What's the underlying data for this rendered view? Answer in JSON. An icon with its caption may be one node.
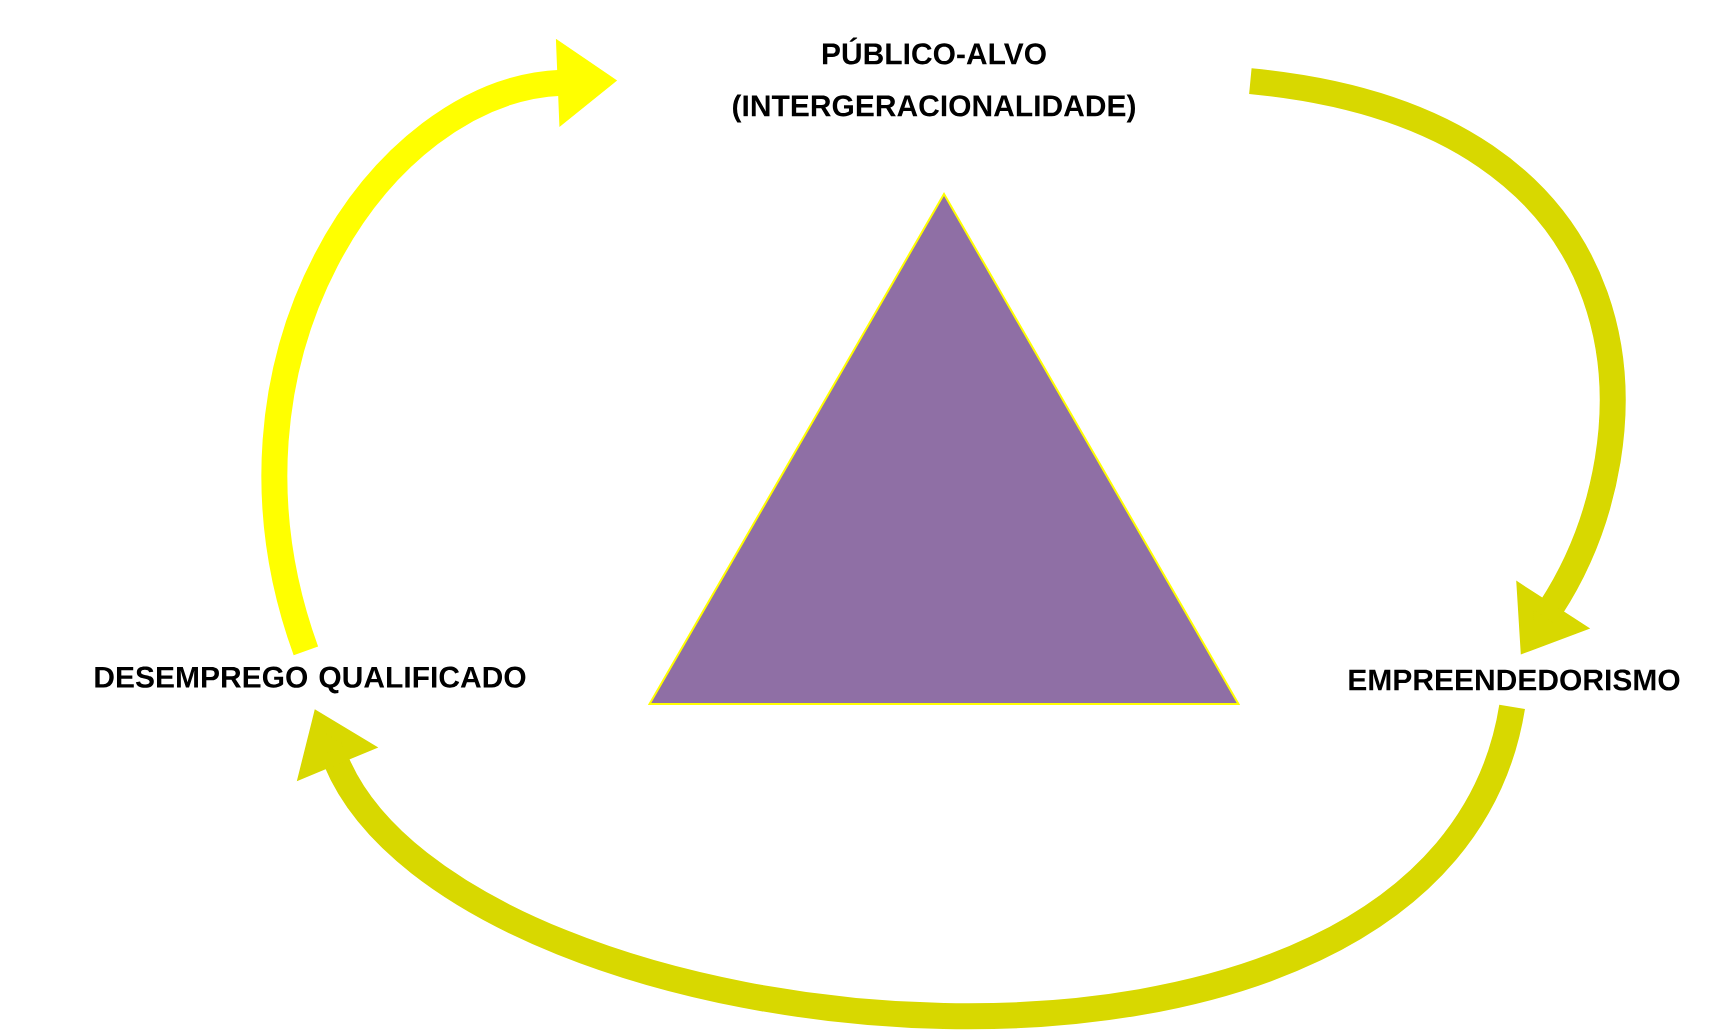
{
  "diagram": {
    "nodes": [
      {
        "text": [
          "PÚBLICO-ALVO (INTERGERACIONALIDADE)"
        ]
      },
      {
        "text": [
          "EMPREENDEDORISMO"
        ]
      },
      {
        "text": [
          "DESEMPREGO QUALIFICADO"
        ]
      },
      {
        "text": [],
        "shape": "triangle"
      }
    ],
    "edges": [
      {
        "from": 2,
        "to": 0,
        "arrow": "to"
      },
      {
        "from": 0,
        "to": 1,
        "arrow": "to"
      },
      {
        "from": 1,
        "to": 2,
        "arrow": "to"
      }
    ]
  }
}
